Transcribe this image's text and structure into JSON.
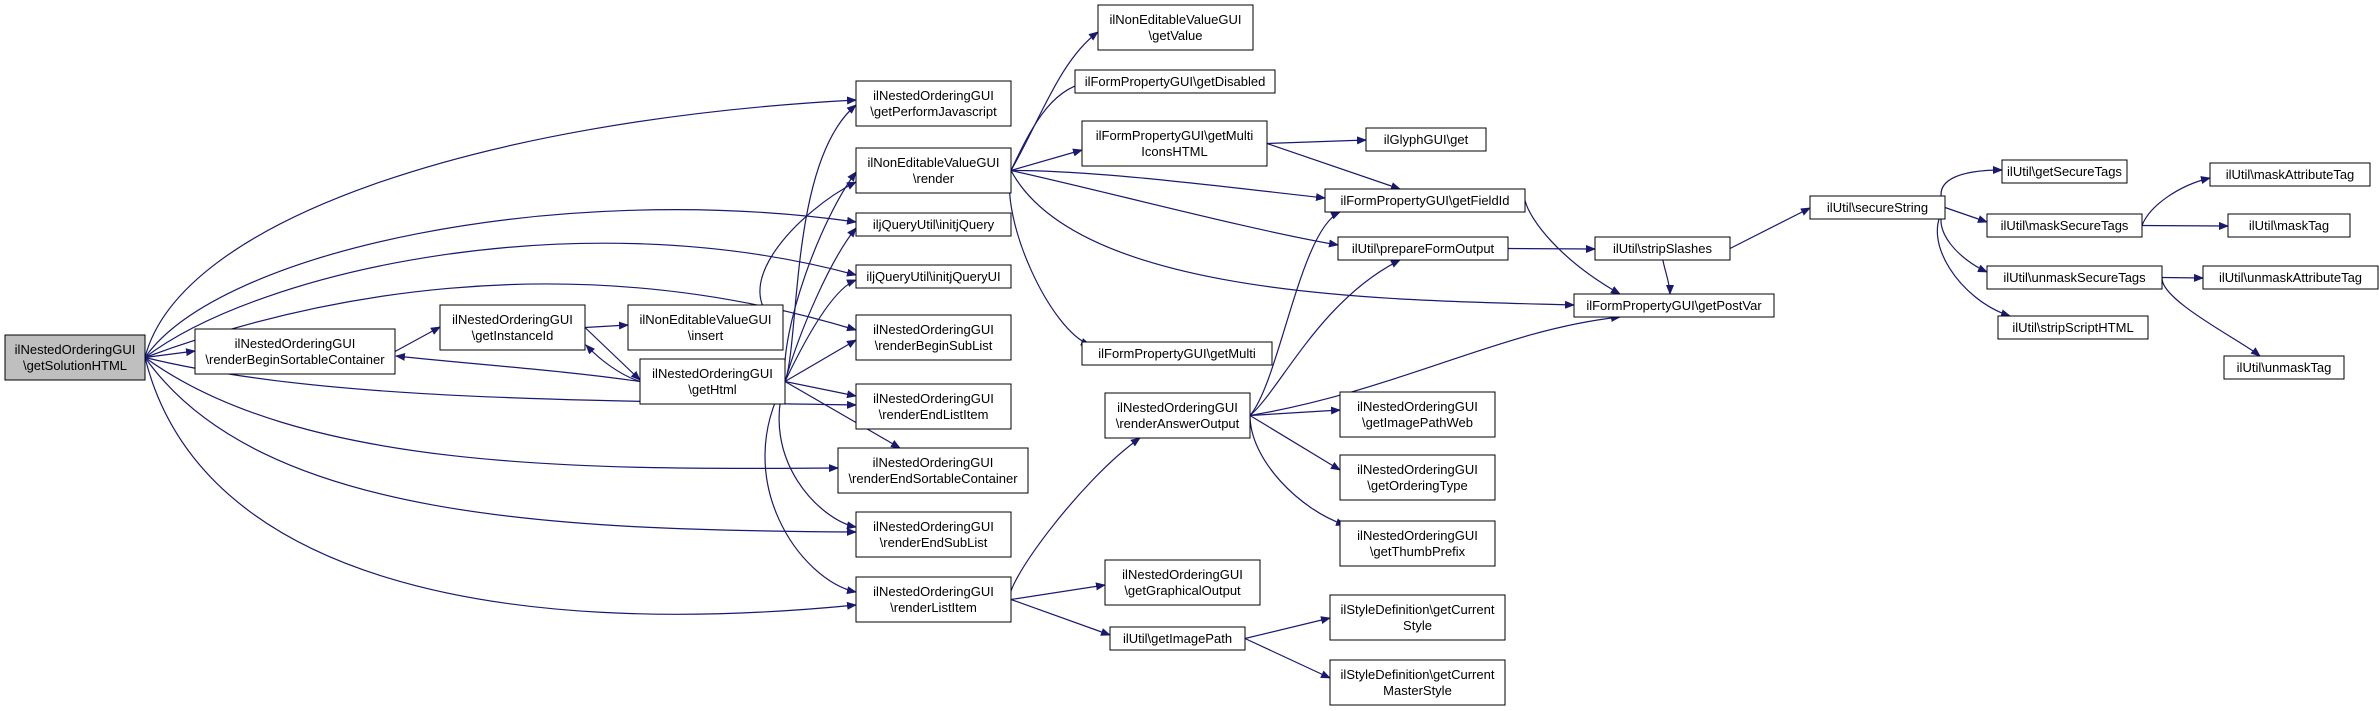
{
  "colors": {
    "edge": "#191970",
    "node_fill": "#ffffff",
    "root_fill": "#bfbfbf",
    "node_border": "#000000"
  },
  "nodes": {
    "root": {
      "lines": [
        "ilNestedOrderingGUI",
        "\\getSolutionHTML"
      ]
    },
    "perfJs": {
      "lines": [
        "ilNestedOrderingGUI",
        "\\getPerformJavascript"
      ]
    },
    "jqInit": {
      "lines": [
        "iljQueryUtil\\initjQuery"
      ]
    },
    "jqUi": {
      "lines": [
        "iljQueryUtil\\initjQueryUI"
      ]
    },
    "rbSortable": {
      "lines": [
        "ilNestedOrderingGUI",
        "\\renderBeginSortableContainer"
      ]
    },
    "instId": {
      "lines": [
        "ilNestedOrderingGUI",
        "\\getInstanceId"
      ]
    },
    "nevInsert": {
      "lines": [
        "ilNonEditableValueGUI",
        "\\insert"
      ]
    },
    "getHtml": {
      "lines": [
        "ilNestedOrderingGUI",
        "\\getHtml"
      ]
    },
    "rbSubList": {
      "lines": [
        "ilNestedOrderingGUI",
        "\\renderBeginSubList"
      ]
    },
    "reListItem": {
      "lines": [
        "ilNestedOrderingGUI",
        "\\renderEndListItem"
      ]
    },
    "reSortable": {
      "lines": [
        "ilNestedOrderingGUI",
        "\\renderEndSortableContainer"
      ]
    },
    "reSubList": {
      "lines": [
        "ilNestedOrderingGUI",
        "\\renderEndSubList"
      ]
    },
    "rListItem": {
      "lines": [
        "ilNestedOrderingGUI",
        "\\renderListItem"
      ]
    },
    "nevRender": {
      "lines": [
        "ilNonEditableValueGUI",
        "\\render"
      ]
    },
    "nevGetValue": {
      "lines": [
        "ilNonEditableValueGUI",
        "\\getValue"
      ]
    },
    "fpDisabled": {
      "lines": [
        "ilFormPropertyGUI\\getDisabled"
      ]
    },
    "fpMultiIcons": {
      "lines": [
        "ilFormPropertyGUI\\getMulti",
        "IconsHTML"
      ]
    },
    "fpMulti": {
      "lines": [
        "ilFormPropertyGUI\\getMulti"
      ]
    },
    "glyphGet": {
      "lines": [
        "ilGlyphGUI\\get"
      ]
    },
    "fpFieldId": {
      "lines": [
        "ilFormPropertyGUI\\getFieldId"
      ]
    },
    "prepForm": {
      "lines": [
        "ilUtil\\prepareFormOutput"
      ]
    },
    "fpPostVar": {
      "lines": [
        "ilFormPropertyGUI\\getPostVar"
      ]
    },
    "stripSlashes": {
      "lines": [
        "ilUtil\\stripSlashes"
      ]
    },
    "secureString": {
      "lines": [
        "ilUtil\\secureString"
      ]
    },
    "getSecureTags": {
      "lines": [
        "ilUtil\\getSecureTags"
      ]
    },
    "maskSecureTags": {
      "lines": [
        "ilUtil\\maskSecureTags"
      ]
    },
    "unmaskSecureTags": {
      "lines": [
        "ilUtil\\unmaskSecureTags"
      ]
    },
    "stripScript": {
      "lines": [
        "ilUtil\\stripScriptHTML"
      ]
    },
    "maskAttrTag": {
      "lines": [
        "ilUtil\\maskAttributeTag"
      ]
    },
    "maskTag": {
      "lines": [
        "ilUtil\\maskTag"
      ]
    },
    "unmaskAttrTag": {
      "lines": [
        "ilUtil\\unmaskAttributeTag"
      ]
    },
    "unmaskTag": {
      "lines": [
        "ilUtil\\unmaskTag"
      ]
    },
    "rAnswer": {
      "lines": [
        "ilNestedOrderingGUI",
        "\\renderAnswerOutput"
      ]
    },
    "imgPathWeb": {
      "lines": [
        "ilNestedOrderingGUI",
        "\\getImagePathWeb"
      ]
    },
    "orderingType": {
      "lines": [
        "ilNestedOrderingGUI",
        "\\getOrderingType"
      ]
    },
    "thumbPrefix": {
      "lines": [
        "ilNestedOrderingGUI",
        "\\getThumbPrefix"
      ]
    },
    "graphOut": {
      "lines": [
        "ilNestedOrderingGUI",
        "\\getGraphicalOutput"
      ]
    },
    "imgPath": {
      "lines": [
        "ilUtil\\getImagePath"
      ]
    },
    "curStyle": {
      "lines": [
        "ilStyleDefinition\\getCurrent",
        "Style"
      ]
    },
    "curMaster": {
      "lines": [
        "ilStyleDefinition\\getCurrent",
        "MasterStyle"
      ]
    }
  }
}
